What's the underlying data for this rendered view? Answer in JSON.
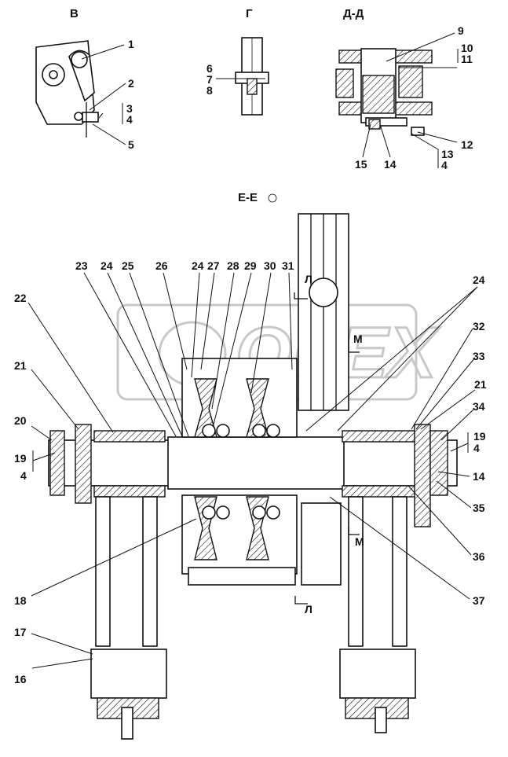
{
  "views": {
    "b": "В",
    "g": "Г",
    "dd": "Д-Д",
    "ee": "Е-Е"
  },
  "section_marks": {
    "l": "Л",
    "m": "М"
  },
  "watermark": "OPEX",
  "callouts": {
    "c1": "1",
    "c2": "2",
    "c3": "3",
    "c4a": "4",
    "c5": "5",
    "c6": "6",
    "c7": "7",
    "c8": "8",
    "c9": "9",
    "c10": "10",
    "c11": "11",
    "c12": "12",
    "c13": "13",
    "c4b": "4",
    "c14a": "14",
    "c15": "15",
    "c16": "16",
    "c17": "17",
    "c18": "18",
    "c19a": "19",
    "c4c": "4",
    "c19b": "19",
    "c4d": "4",
    "c20": "20",
    "c21a": "21",
    "c21b": "21",
    "c22": "22",
    "c23": "23",
    "c24a": "24",
    "c25": "25",
    "c26": "26",
    "c24b": "24",
    "c27": "27",
    "c28": "28",
    "c29": "29",
    "c30": "30",
    "c31": "31",
    "c24c": "24",
    "c32": "32",
    "c33": "33",
    "c34": "34",
    "c14b": "14",
    "c35": "35",
    "c36": "36",
    "c37": "37"
  }
}
